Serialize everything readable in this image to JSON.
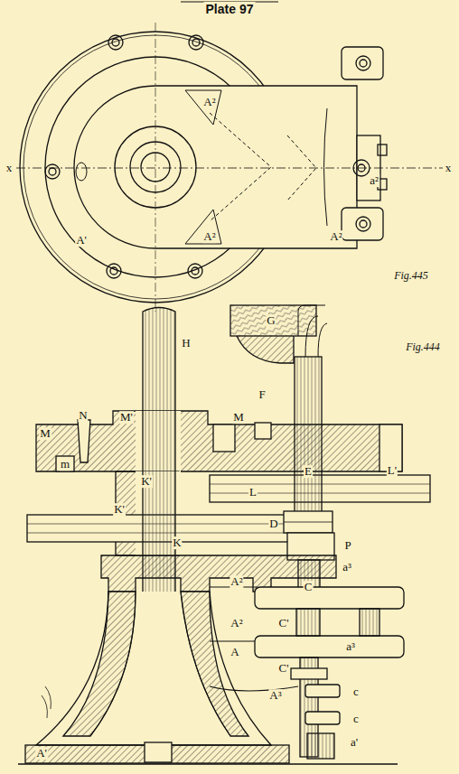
{
  "diagram": {
    "title": "Plate 97",
    "labels": [
      "x",
      "x",
      "A²",
      "A²",
      "A²",
      "A'",
      "a²",
      "Fig.445",
      "G",
      "H",
      "Fig.444",
      "F",
      "N",
      "M",
      "M'",
      "M",
      "m",
      "E",
      "L'",
      "K'",
      "L",
      "K'",
      "D",
      "K",
      "P",
      "a³",
      "C",
      "A²",
      "C'",
      "A²",
      "C'",
      "A",
      "a³",
      "A³",
      "c",
      "c",
      "a'",
      "A'"
    ]
  }
}
